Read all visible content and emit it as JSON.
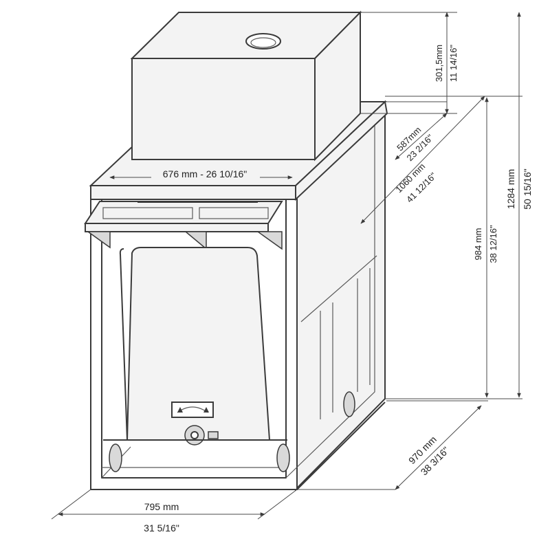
{
  "dimensions": {
    "top_width": "676 mm - 26 10/16\"",
    "lid_height_mm": "301,5mm",
    "lid_height_in": "11 14/16\"",
    "top_depth_mm": "587mm",
    "top_depth_in": "23 2/16\"",
    "diagonal_mm": "1060 mm",
    "diagonal_in": "41 12/16\"",
    "cabinet_height_mm": "984 mm",
    "cabinet_height_in": "38 12/16\"",
    "total_height_mm": "1284 mm",
    "total_height_in": "50 15/16\"",
    "depth_mm": "970 mm",
    "depth_in": "38 3/16\"",
    "width_mm": "795 mm",
    "width_in": "31 5/16\""
  },
  "colors": {
    "line": "#3a3a3a",
    "panel": "#f3f3f3",
    "background": "#ffffff"
  }
}
